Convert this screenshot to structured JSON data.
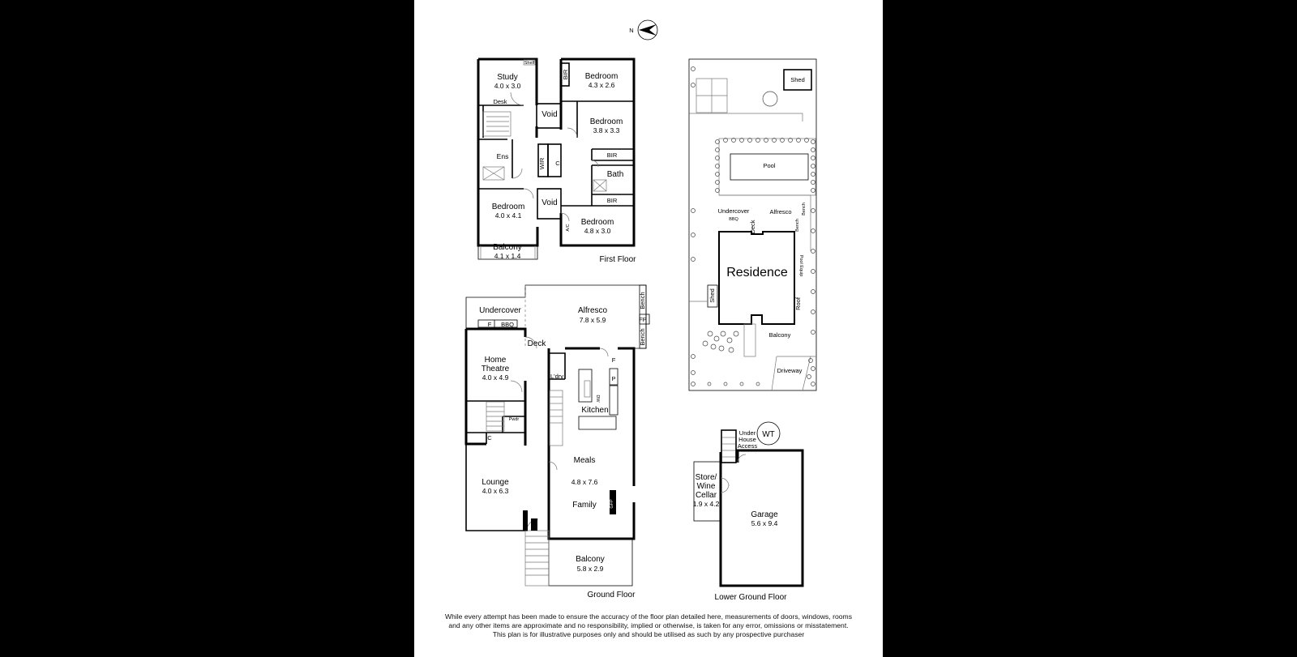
{
  "compass": {
    "label": "N"
  },
  "first_floor": {
    "caption": "First Floor",
    "rooms": {
      "study": {
        "name": "Study",
        "size": "4.0 x 3.0"
      },
      "shelf": "Shelf",
      "desk": "Desk",
      "bed1": {
        "name": "Bedroom",
        "size": "4.3 x 2.6"
      },
      "bir_top": "BIR",
      "void1": "Void",
      "bed2": {
        "name": "Bedroom",
        "size": "3.8 x 3.3"
      },
      "ens": "Ens",
      "wir": "WIR",
      "c": "C",
      "bir_mid": "BIR",
      "bath": "Bath",
      "void2": "Void",
      "bir_low": "BIR",
      "bed3": {
        "name": "Bedroom",
        "size": "4.0 x 4.1"
      },
      "ac": "A/C",
      "bed4": {
        "name": "Bedroom",
        "size": "4.8 x 3.0"
      },
      "balcony": {
        "name": "Balcony",
        "size": "4.1 x 1.4"
      }
    }
  },
  "ground_floor": {
    "caption": "Ground Floor",
    "rooms": {
      "undercover": "Undercover",
      "f": "F",
      "bbq": "BBQ",
      "alfresco": {
        "name": "Alfresco",
        "size": "7.8 x 5.9"
      },
      "bench1": "Bench",
      "fp": "FP",
      "bench2": "Bench",
      "deck": "Deck",
      "theatre": {
        "name1": "Home",
        "name2": "Theatre",
        "size": "4.0 x 4.9"
      },
      "ldry": "L'dry",
      "f2": "F",
      "p": "P",
      "dw": "DW",
      "kitchen": "Kitchen",
      "pwdr": "Pwdr",
      "c": "C",
      "meals": "Meals",
      "mf_size": "4.8 x 7.6",
      "family": "Family",
      "gfp": "GFP",
      "lounge": {
        "name": "Lounge",
        "size": "4.0 x 6.3"
      },
      "balcony": {
        "name": "Balcony",
        "size": "5.8 x 2.9"
      }
    }
  },
  "site_plan": {
    "shed_top": "Shed",
    "pool": "Pool",
    "undercover": "Undercover",
    "bbq": "BBQ",
    "alfresco": "Alfresco",
    "deck": "Deck",
    "bench1": "Bench",
    "bench2": "Bench",
    "pool_equip": "Pool Equip",
    "residence": "Residence",
    "shed_side": "Shed",
    "roof": "Roof",
    "balcony": "Balcony",
    "driveway": "Driveway"
  },
  "lower_ground": {
    "caption": "Lower Ground Floor",
    "wt": "WT",
    "under_house": [
      "Under",
      "House",
      "Access"
    ],
    "store": {
      "l1": "Store/",
      "l2": "Wine",
      "l3": "Cellar",
      "size": "1.9 x 4.2"
    },
    "garage": {
      "name": "Garage",
      "size": "5.6 x 9.4"
    }
  },
  "disclaimer": [
    "While every attempt has been made to ensure the accuracy of the floor plan detailed here, measurements of doors, windows, rooms",
    "and any other items are approximate and no responsibility, implied or otherwise, is taken for any error, omissions or misstatement.",
    "This plan is for illustrative purposes only and should be utilised as such by any prospective purchaser"
  ]
}
